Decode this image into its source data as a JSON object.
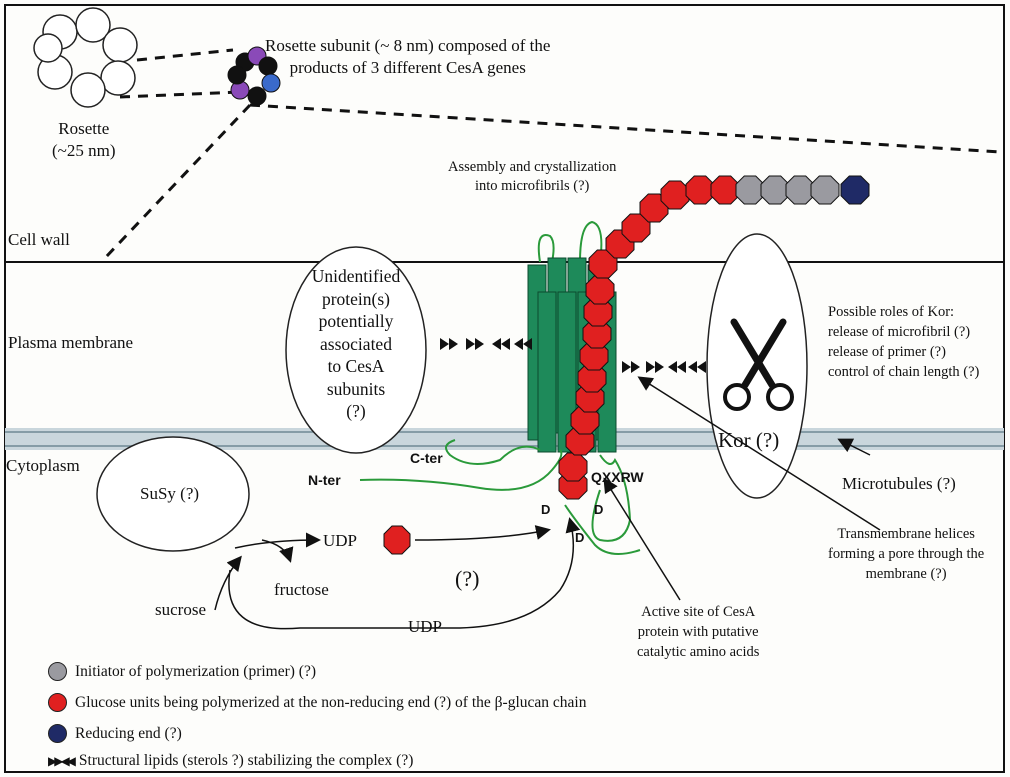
{
  "colors": {
    "glucose": "#e02020",
    "primer": "#9a9aa0",
    "reducing_end": "#1f2a66",
    "helix": "#1e8a5a",
    "loop": "#2a9a3a",
    "subunit_purple": "#8a4ab8",
    "subunit_blue": "#3a6acb",
    "subunit_black": "#111111"
  },
  "rosette": {
    "subunit_title": "Rosette subunit (~ 8 nm) composed of the products of 3 different CesA genes",
    "line1": "Rosette subunit (~ 8 nm) composed of the",
    "line2": "products of 3 different CesA genes",
    "label": "Rosette",
    "size": "(~25 nm)"
  },
  "labels": {
    "assembly1": "Assembly and crystallization",
    "assembly2": "into microfibrils (?)",
    "cell_wall": "Cell wall",
    "plasma_membrane": "Plasma membrane",
    "cytoplasm": "Cytoplasm",
    "unidentified": [
      "Unidentified",
      "protein(s)",
      "potentially",
      "associated",
      "to CesA",
      "subunits",
      "(?)"
    ],
    "kor_roles_title": "Possible roles of Kor:",
    "kor_roles": [
      "release of microfibril (?)",
      "release of primer (?)",
      "control of chain length (?)"
    ],
    "kor": "Kor (?)",
    "microtubules": "Microtubules (?)",
    "susy": "SuSy (?)",
    "c_ter": "C-ter",
    "n_ter": "N-ter",
    "qxxrw": "QXXRW",
    "d1": "D",
    "d2": "D",
    "d3": "D",
    "udp_top": "UDP",
    "udp_bottom": "UDP",
    "fructose": "fructose",
    "sucrose": "sucrose",
    "question": "(?)",
    "transmembrane": [
      "Transmembrane helices",
      "forming a pore through the",
      "membrane (?)"
    ],
    "active_site": [
      "Active site of CesA",
      "protein with putative",
      "catalytic amino acids"
    ]
  },
  "legend": {
    "primer": "Initiator of polymerization (primer) (?)",
    "glucose": "Glucose units being polymerized at the non-reducing end (?) of the β-glucan chain",
    "reducing": "Reducing end (?)",
    "lipids_symbol": "▶▶ ◀◀",
    "lipids": "Structural lipids (sterols ?) stabilizing the complex (?)"
  }
}
